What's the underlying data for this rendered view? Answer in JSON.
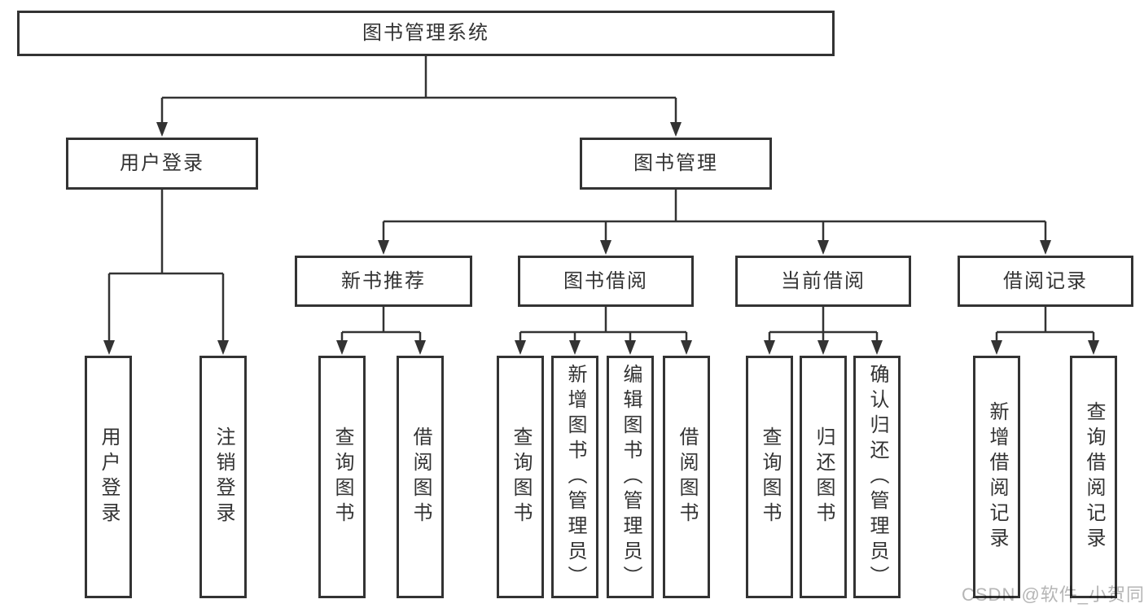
{
  "tree": {
    "root": {
      "label": "图书管理系统"
    },
    "children": [
      {
        "label": "用户登录",
        "children": [
          {
            "label": "用户登录"
          },
          {
            "label": "注销登录"
          }
        ]
      },
      {
        "label": "图书管理",
        "children": [
          {
            "label": "新书推荐",
            "children": [
              {
                "label": "查询图书"
              },
              {
                "label": "借阅图书"
              }
            ]
          },
          {
            "label": "图书借阅",
            "children": [
              {
                "label": "查询图书"
              },
              {
                "label": "新增图书（管理员）"
              },
              {
                "label": "编辑图书（管理员）"
              },
              {
                "label": "借阅图书"
              }
            ]
          },
          {
            "label": "当前借阅",
            "children": [
              {
                "label": "查询图书"
              },
              {
                "label": "归还图书"
              },
              {
                "label": "确认归还（管理员）"
              }
            ]
          },
          {
            "label": "借阅记录",
            "children": [
              {
                "label": "新增借阅记录"
              },
              {
                "label": "查询借阅记录"
              }
            ]
          }
        ]
      }
    ]
  },
  "watermark": {
    "text": "CSDN @软件_小贺同学",
    "color": "#b5b5b5"
  },
  "colors": {
    "line": "#333333",
    "border": "#333333",
    "text": "#333333",
    "background": "#ffffff"
  }
}
